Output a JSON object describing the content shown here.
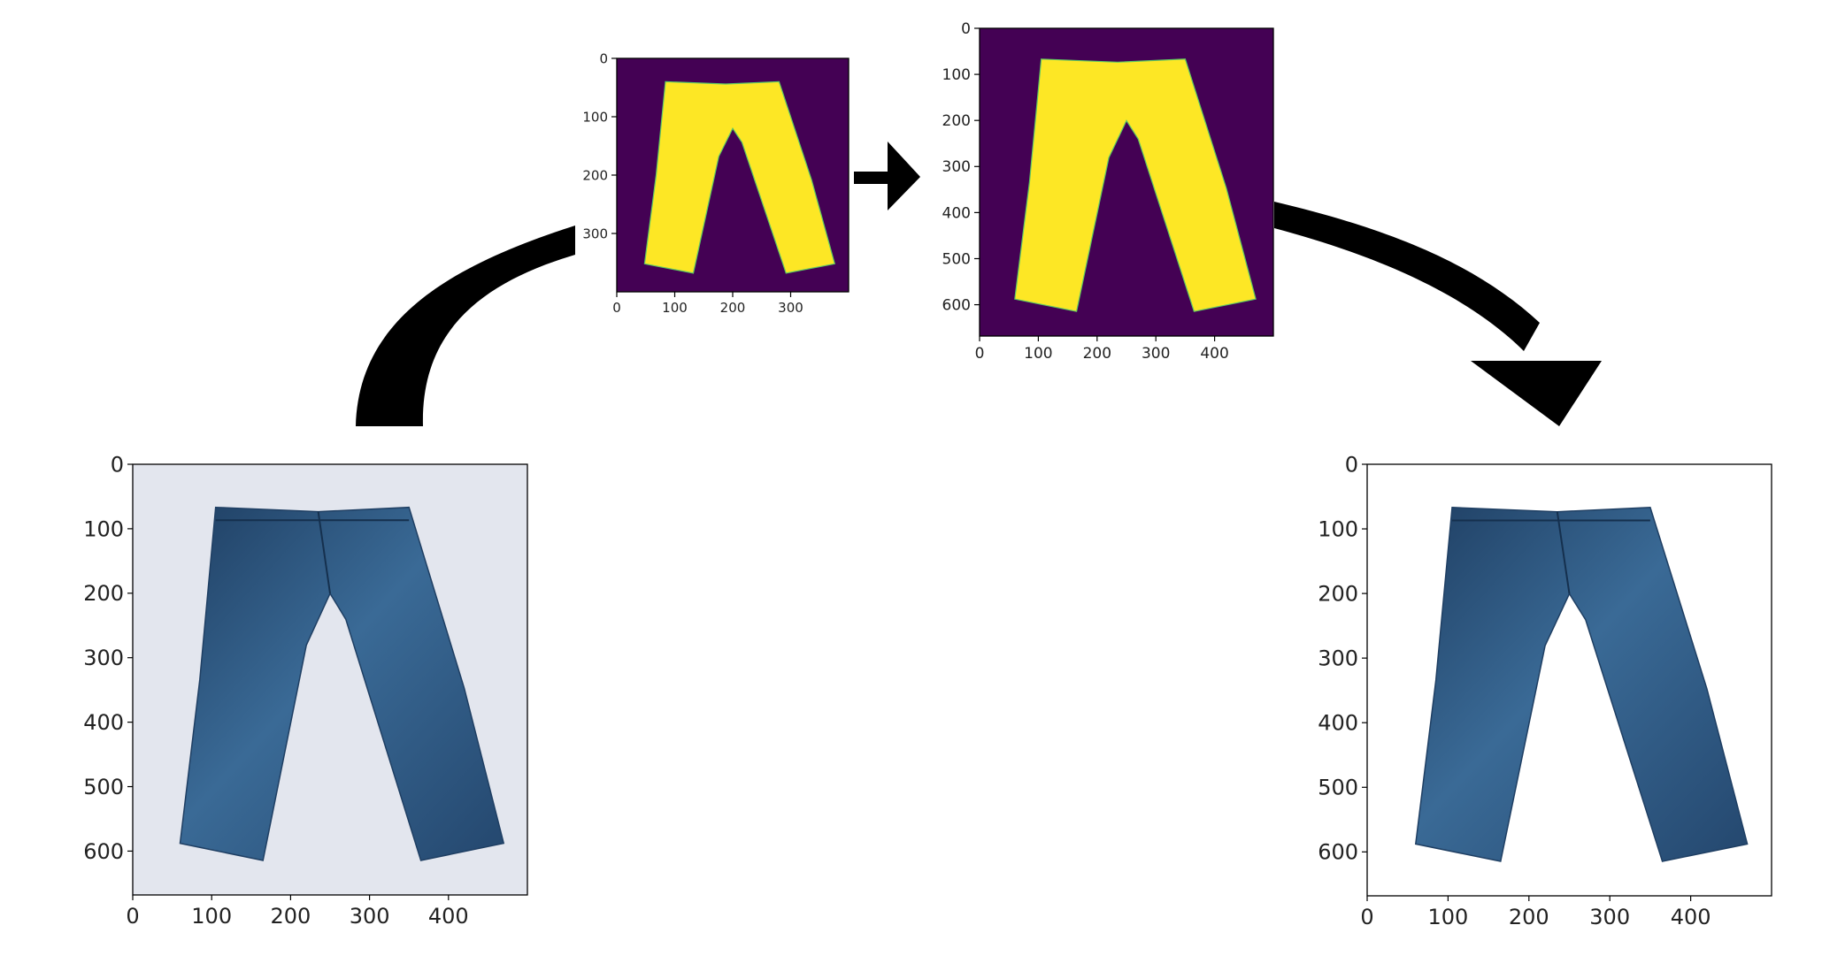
{
  "panels": {
    "input_photo": {
      "x_ticks": [
        "0",
        "100",
        "200",
        "300",
        "400"
      ],
      "y_ticks": [
        "0",
        "100",
        "200",
        "300",
        "400",
        "500",
        "600"
      ],
      "x_range": [
        0,
        500
      ],
      "y_range": [
        0,
        668
      ]
    },
    "small_mask": {
      "x_ticks": [
        "0",
        "100",
        "200",
        "300"
      ],
      "y_ticks": [
        "0",
        "100",
        "200",
        "300"
      ],
      "x_range": [
        0,
        400
      ],
      "y_range": [
        0,
        400
      ]
    },
    "resized_mask": {
      "x_ticks": [
        "0",
        "100",
        "200",
        "300",
        "400"
      ],
      "y_ticks": [
        "0",
        "100",
        "200",
        "300",
        "400",
        "500",
        "600"
      ],
      "x_range": [
        0,
        500
      ],
      "y_range": [
        0,
        668
      ]
    },
    "output_photo": {
      "x_ticks": [
        "0",
        "100",
        "200",
        "300",
        "400"
      ],
      "y_ticks": [
        "0",
        "100",
        "200",
        "300",
        "400",
        "500",
        "600"
      ],
      "x_range": [
        0,
        500
      ],
      "y_range": [
        0,
        668
      ]
    }
  },
  "colors": {
    "mask_background": "#440154",
    "mask_foreground": "#fde725",
    "photo_background": "#e3e6ee",
    "output_background": "#ffffff",
    "denim": "#2e5a85",
    "denim_dark": "#1f3f63",
    "arrow": "#000000"
  },
  "icons": [
    "curved-arrow-up-icon",
    "right-arrow-icon",
    "curved-arrow-down-icon"
  ]
}
